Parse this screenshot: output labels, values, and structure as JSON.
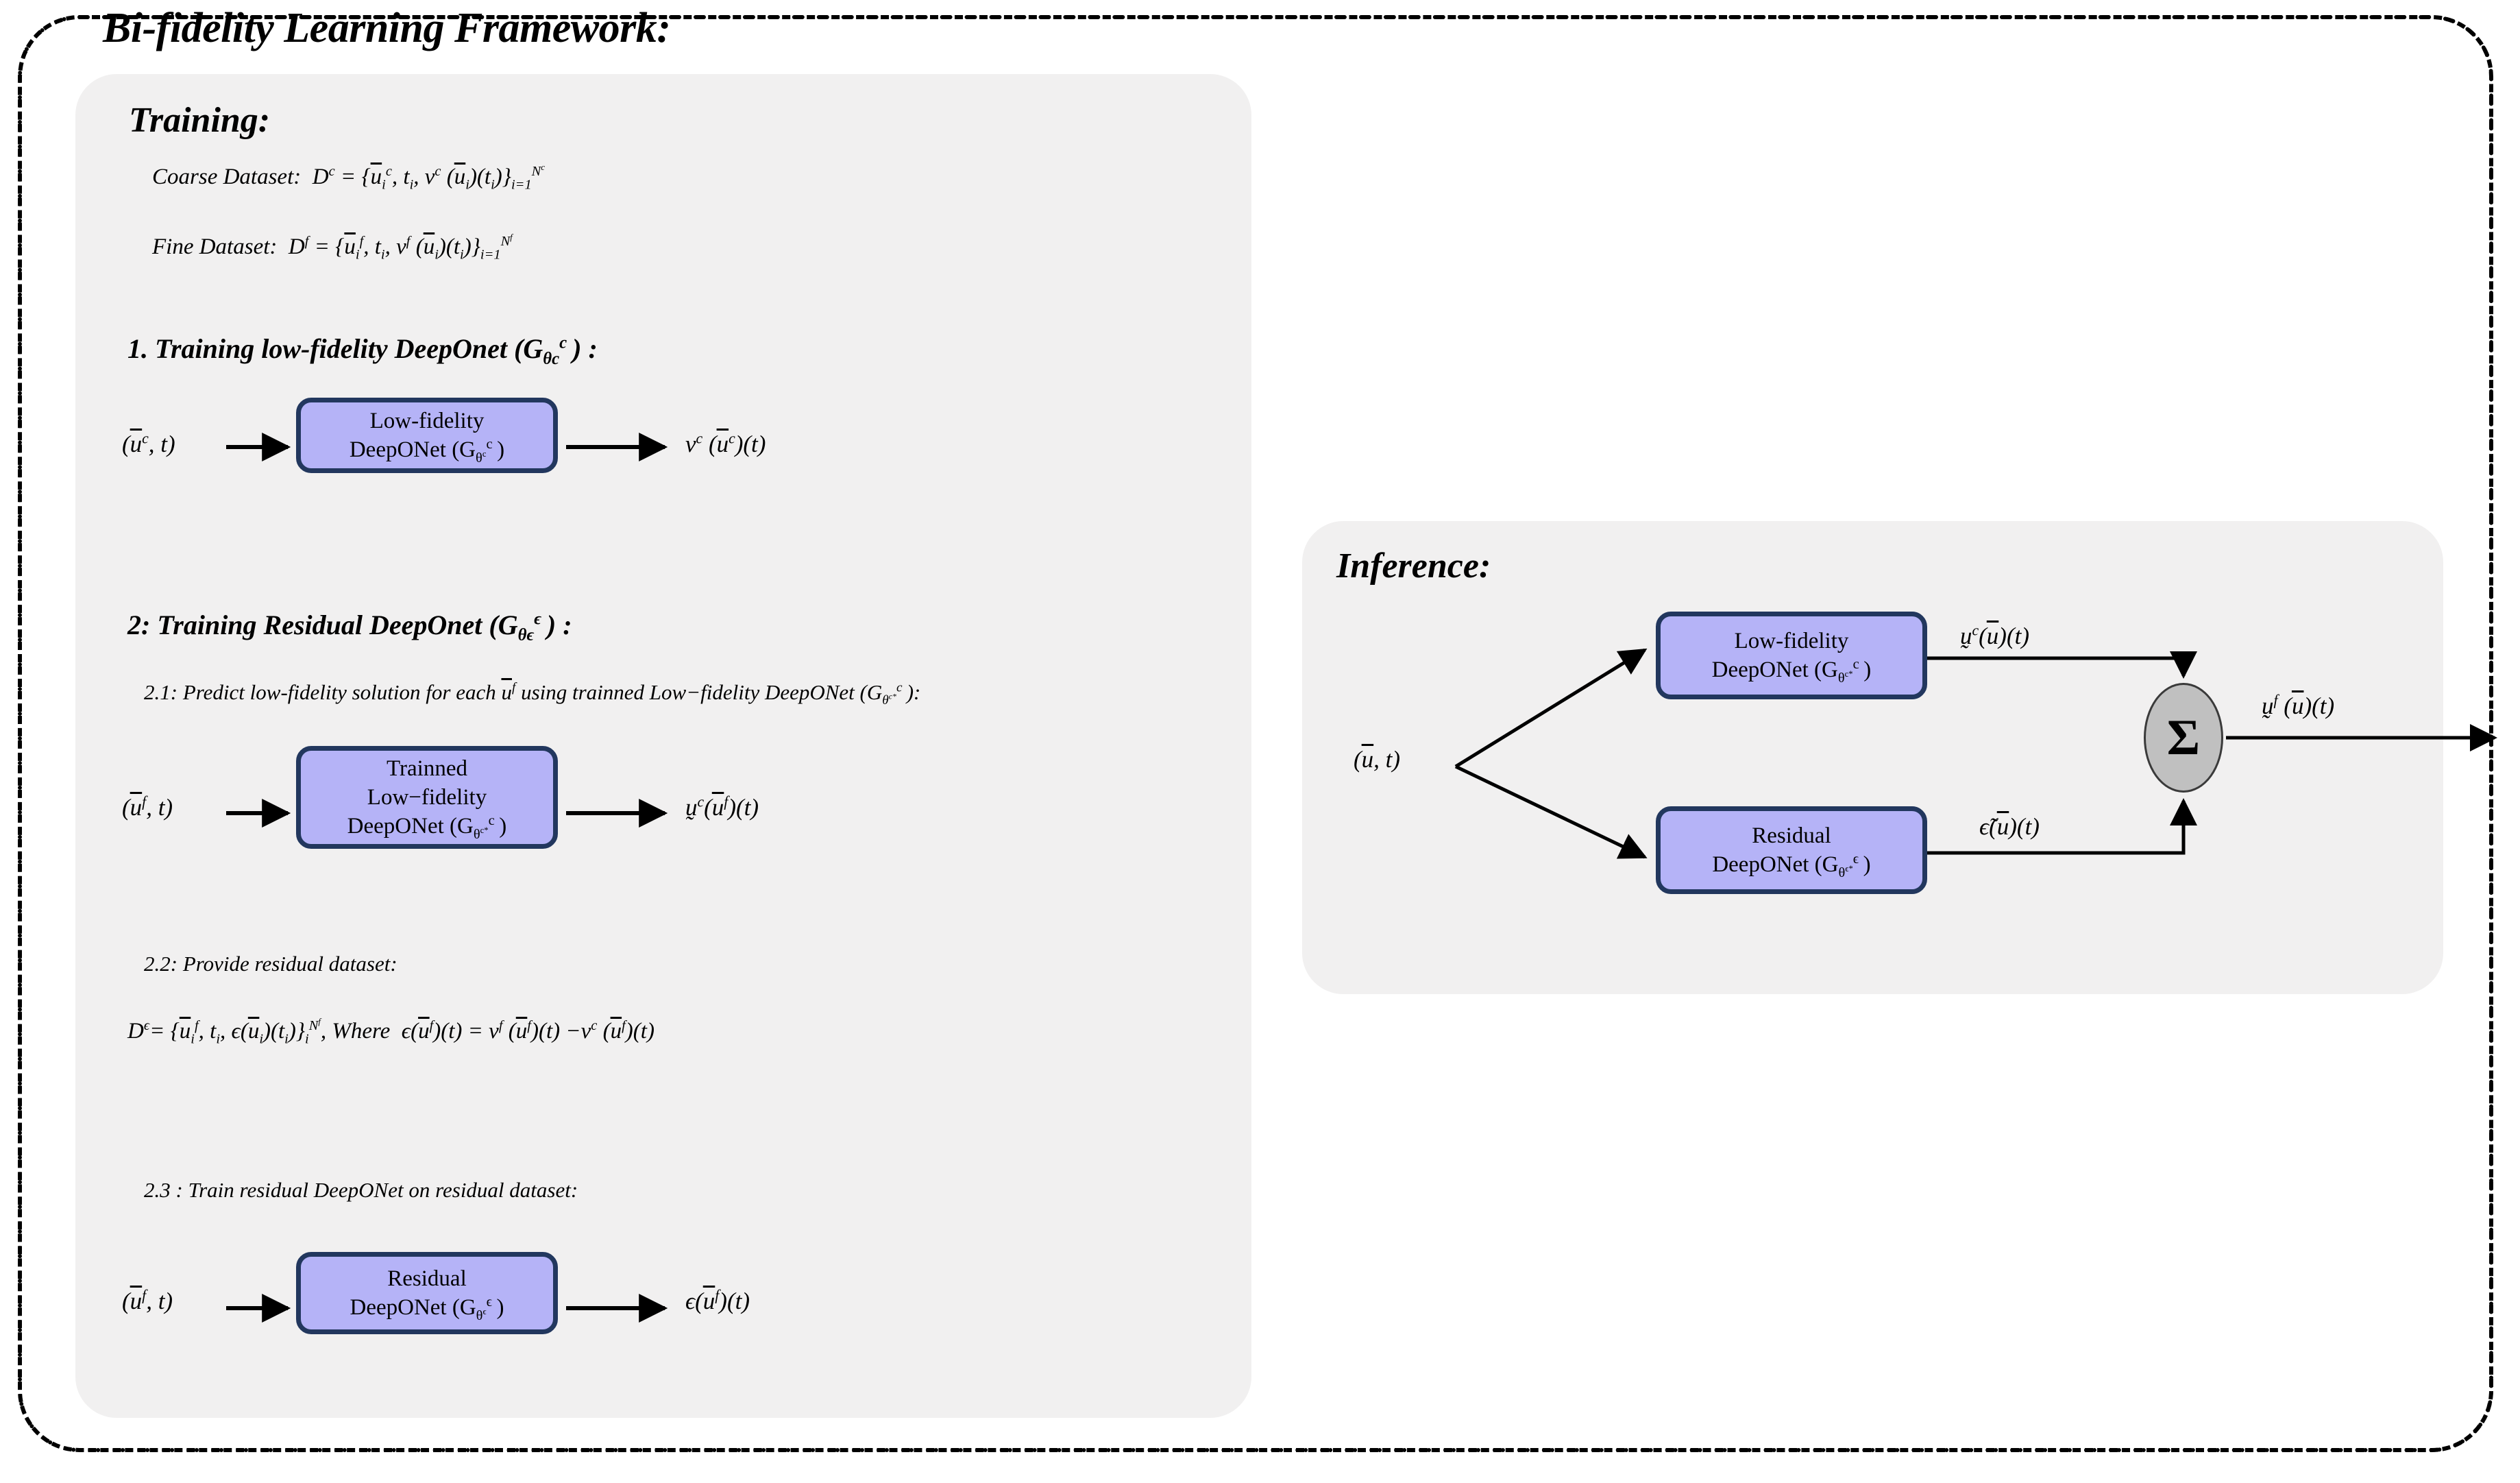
{
  "title": "Bi-fidelity Learning Framework:",
  "training": {
    "section_title": "Training:",
    "coarse_dataset": "Coarse Dataset:  Dᶜ = {ūᵢᶜ, tᵢ, vᶜ (ūᵢ)(tᵢ)}ᵢ₌₁ᴺᶜ",
    "coarse_dataset_plain": "Coarse Dataset:",
    "fine_dataset_plain": "Fine Dataset:",
    "step1_head": "1. Training low-fidelity DeepOnet (Gθcᶜ) :",
    "step2_head": "2: Training Residual DeepOnet (Gθϵϵ) :",
    "step21_label": "2.1: Predict low-fidelity solution for each ūᶠ using trainned Low−fidelity DeepONet (Gθc*ᶜ):",
    "step22_label": "2.2: Provide residual dataset:",
    "step23_label": "2.3 : Train residual DeepONet on residual dataset:",
    "box1": {
      "line1": "Low-fidelity",
      "line2": "DeepONet (Gθcᶜ )"
    },
    "box1_input": "(ūᶜ, t)",
    "box1_output": "vᶜ (ūᶜ)(t)",
    "box2": {
      "line1": "Trainned",
      "line2": "Low−fidelity",
      "line3": "DeepONet (Gθc*ᶜ )"
    },
    "box2_input": "(ūᶠ, t)",
    "box2_output": "ṽᶜ(ūᶠ)(t)",
    "box3": {
      "line1": "Residual",
      "line2": "DeepONet (Gθϵϵ )"
    },
    "box3_input": "(ūᶠ, t)",
    "box3_output": "ϵ(ūᶠ)(t)"
  },
  "inference": {
    "section_title": "Inference:",
    "input": "(ū, t)",
    "box_low": {
      "line1": "Low-fidelity",
      "line2": "DeepONet (Gθc*ᶜ )"
    },
    "box_res": {
      "line1": "Residual",
      "line2": "DeepONet (Gθϵ*ϵ )"
    },
    "label_low_out": "ṽᶜ(ū)(t)",
    "label_res_out": "ϵ̃(ū)(t)",
    "sigma": "Σ",
    "output": "ṽᶠ (ū)(t)"
  },
  "colors": {
    "box_fill": "#b5b3f7",
    "box_border": "#22375e",
    "panel_bg": "#f1f0f0",
    "sigma_fill": "#c0c0c0",
    "frame": "#000000"
  }
}
